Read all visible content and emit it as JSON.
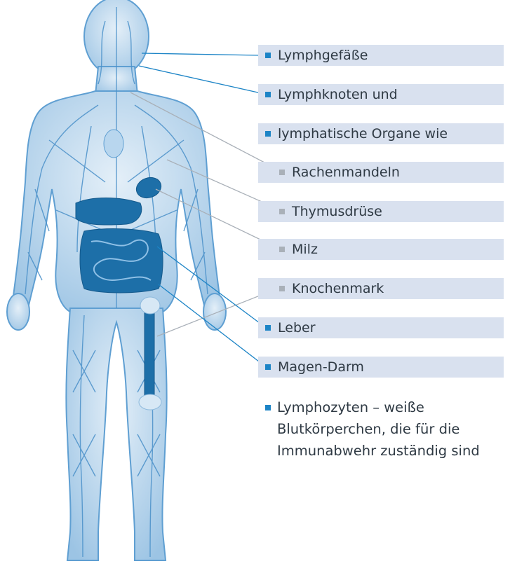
{
  "labels": [
    {
      "text": "Lymphgefäße",
      "level": 1,
      "bullet_color": "#1c84c6"
    },
    {
      "text": "Lymphknoten und",
      "level": 1,
      "bullet_color": "#1c84c6"
    },
    {
      "text": "lymphatische Organe wie",
      "level": 1,
      "bullet_color": "#1c84c6"
    },
    {
      "text": "Rachenmandeln",
      "level": 2,
      "bullet_color": "#a9b0b8"
    },
    {
      "text": "Thymusdrüse",
      "level": 2,
      "bullet_color": "#a9b0b8"
    },
    {
      "text": "Milz",
      "level": 2,
      "bullet_color": "#a9b0b8"
    },
    {
      "text": "Knochenmark",
      "level": 2,
      "bullet_color": "#a9b0b8"
    },
    {
      "text": "Leber",
      "level": 1,
      "bullet_color": "#1c84c6"
    },
    {
      "text": "Magen-Darm",
      "level": 1,
      "bullet_color": "#1c84c6"
    }
  ],
  "note": {
    "lines": [
      "Lymphozyten –  weiße",
      "Blutkörperchen, die für die",
      "Immunabwehr zuständig sind"
    ]
  },
  "colors": {
    "label_background": "#d9e1ef",
    "accent_blue": "#1c84c6",
    "pointer_gray": "#a9b0b8",
    "body_fill": "#c5ddef",
    "organ_fill": "#1d6fa8"
  }
}
